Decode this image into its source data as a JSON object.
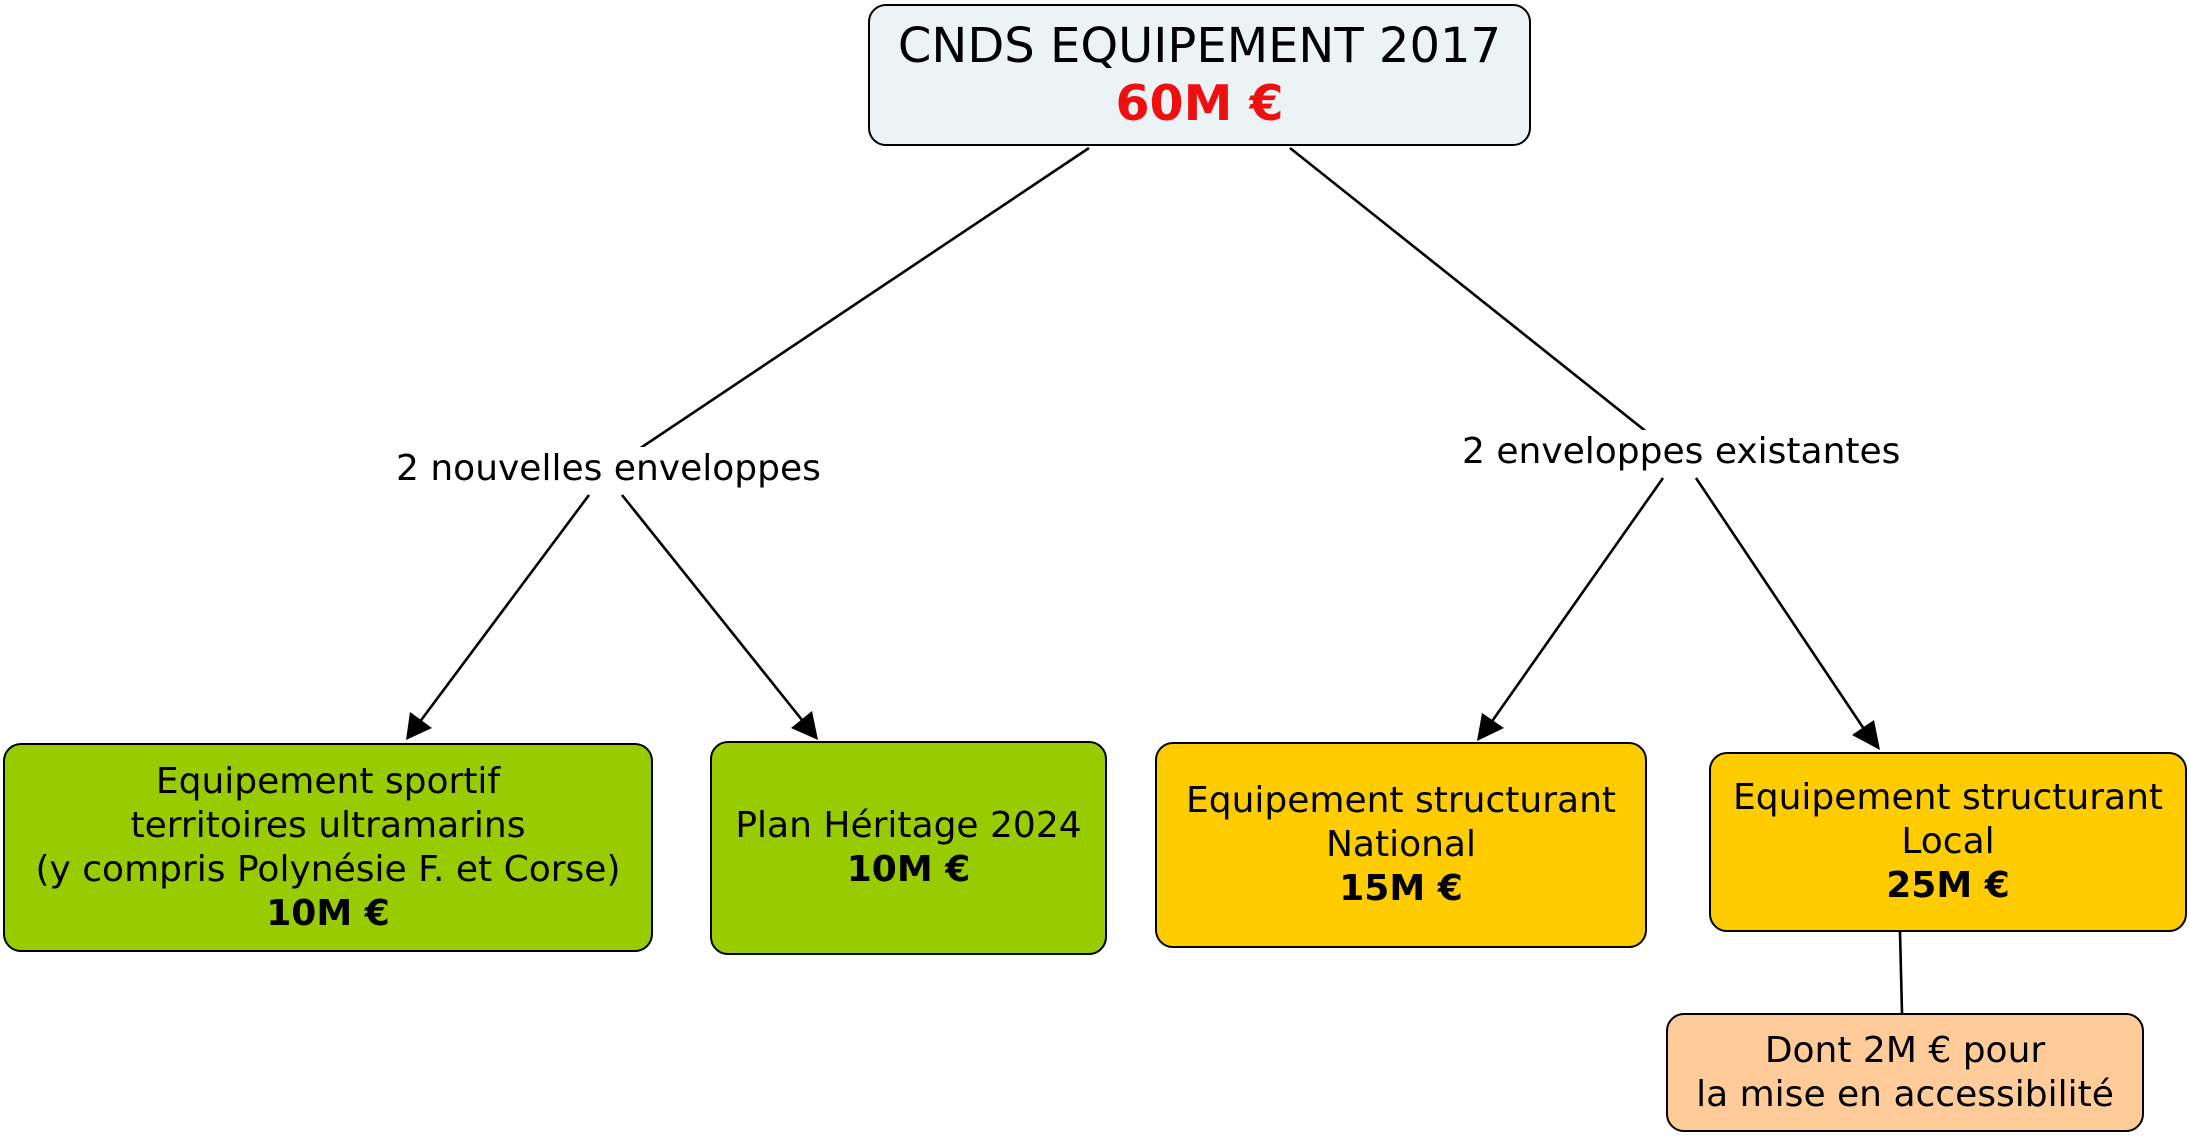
{
  "root": {
    "title": "CNDS EQUIPEMENT 2017",
    "amount": "60M €"
  },
  "groups": {
    "new": "2 nouvelles enveloppes",
    "existing": "2 enveloppes existantes"
  },
  "boxes": [
    {
      "lines": [
        "Equipement sportif",
        "territoires ultramarins",
        "(y compris Polynésie F. et Corse)"
      ],
      "amount": "10M €",
      "color": "#99cc00"
    },
    {
      "lines": [
        "Plan Héritage 2024"
      ],
      "amount": "10M €",
      "color": "#99cc00"
    },
    {
      "lines": [
        "Equipement structurant",
        "National"
      ],
      "amount": "15M €",
      "color": "#ffcc00"
    },
    {
      "lines": [
        "Equipement structurant",
        "Local"
      ],
      "amount": "25M €",
      "color": "#ffcc00"
    }
  ],
  "note": {
    "lines": [
      "Dont 2M € pour",
      "la mise en accessibilité"
    ],
    "color": "#ffcc99"
  },
  "colors": {
    "root_fill": "#ebf3f5",
    "root_amount": "#ee1010",
    "line": "#000000"
  }
}
